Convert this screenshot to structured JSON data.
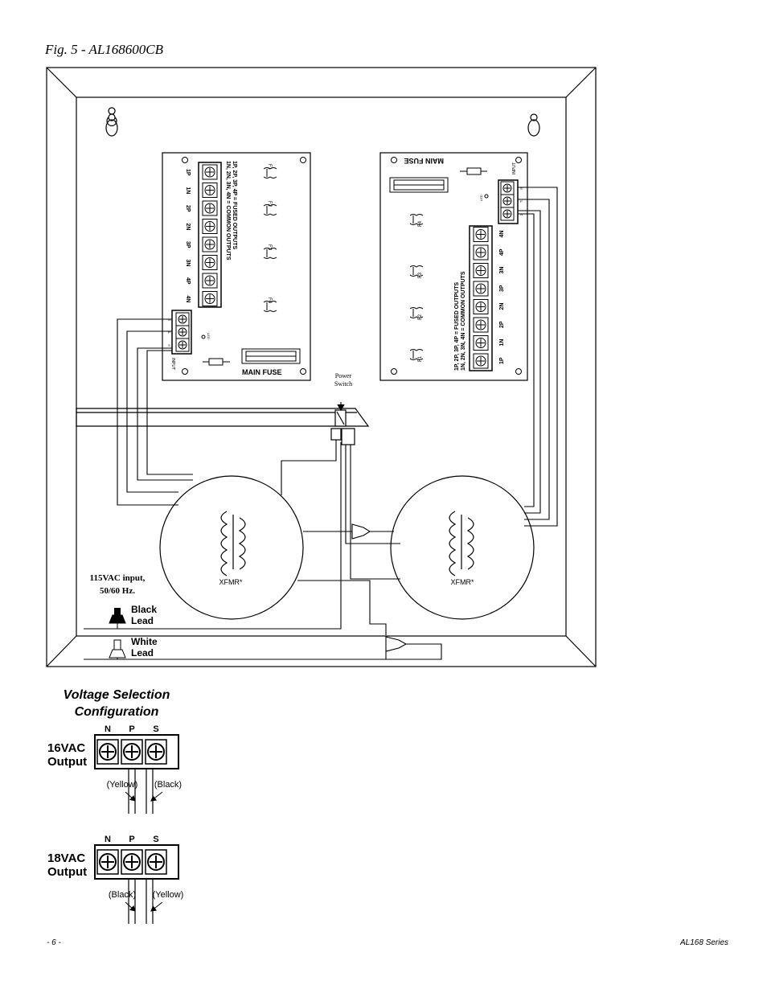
{
  "figure_title": "Fig. 5 - AL168600CB",
  "left_board": {
    "terminals": [
      "1P",
      "1N",
      "2P",
      "2N",
      "3P",
      "3N",
      "4P",
      "4N"
    ],
    "legend_line1": "1P, 2P, 3P, 4P = FUSED OUTPUTS",
    "legend_line2": "1N, 2N, 3N, 4N = COMMON OUTPUTS",
    "fuses": [
      "F1",
      "F2",
      "F3",
      "F4"
    ],
    "input_label": "INPUT",
    "input_terminals": [
      "N",
      "P",
      "S"
    ],
    "led_label": "LED",
    "main_fuse": "MAIN FUSE"
  },
  "right_board": {
    "terminals": [
      "1P",
      "1N",
      "2P",
      "2N",
      "3P",
      "3N",
      "4P",
      "4N"
    ],
    "legend_line1": "1P, 2P, 3P, 4P = FUSED OUTPUTS",
    "legend_line2": "1N, 2N, 3N, 4N = COMMON OUTPUTS",
    "fuses": [
      "F1",
      "F2",
      "F3",
      "F4"
    ],
    "input_label": "INPUT",
    "input_terminals": [
      "S",
      "P",
      "N"
    ],
    "led_label": "LED",
    "main_fuse": "MAIN FUSE"
  },
  "power_switch": {
    "line1": "Power",
    "line2": "Switch"
  },
  "transformers": {
    "left": "XFMR*",
    "right": "XFMR*"
  },
  "input_note": {
    "line1": "115VAC input,",
    "line2": "50/60 Hz."
  },
  "leads": {
    "black": {
      "line1": "Black",
      "line2": "Lead"
    },
    "white": {
      "line1": "White",
      "line2": "Lead"
    }
  },
  "voltage_selection": {
    "title_line1": "Voltage Selection",
    "title_line2": "Configuration",
    "configs": [
      {
        "label_line1": "16VAC",
        "label_line2": "Output",
        "terminals": [
          "N",
          "P",
          "S"
        ],
        "wire_left": "(Yellow)",
        "wire_right": "(Black)"
      },
      {
        "label_line1": "18VAC",
        "label_line2": "Output",
        "terminals": [
          "N",
          "P",
          "S"
        ],
        "wire_left": "(Black)",
        "wire_right": "(Yellow)"
      }
    ]
  },
  "footer": {
    "page": "- 6 -",
    "series": "AL168 Series"
  }
}
